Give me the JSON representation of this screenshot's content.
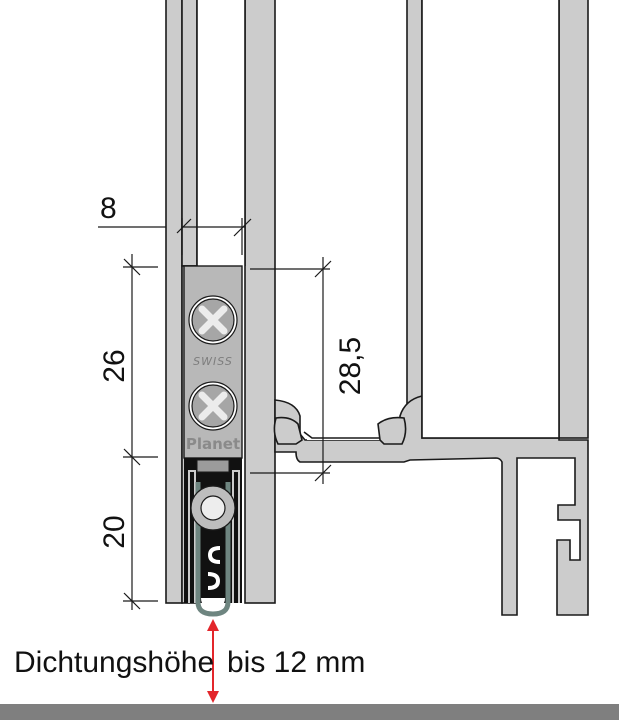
{
  "drawing": {
    "type": "technical-section-drawing",
    "subject": "automatic door bottom seal in door leaf with frame profile",
    "dimensions": {
      "width_label": "8",
      "upper_height_label": "26",
      "lower_height_label": "20",
      "frame_offset_label": "28,5"
    },
    "product_labels": {
      "brand_top": "SWISS",
      "brand_bottom": "Planet"
    },
    "caption": {
      "left": "Dichtungshöhe",
      "right": "bis 12 mm"
    },
    "colors": {
      "profile_fill": "#cccccc",
      "outline": "#1a1a1a",
      "seal_body": "#b3b3b3",
      "seal_gasket": "#6e8580",
      "arrow": "#e3262b",
      "floor": "#7f7f7f",
      "background": "#ffffff"
    }
  }
}
